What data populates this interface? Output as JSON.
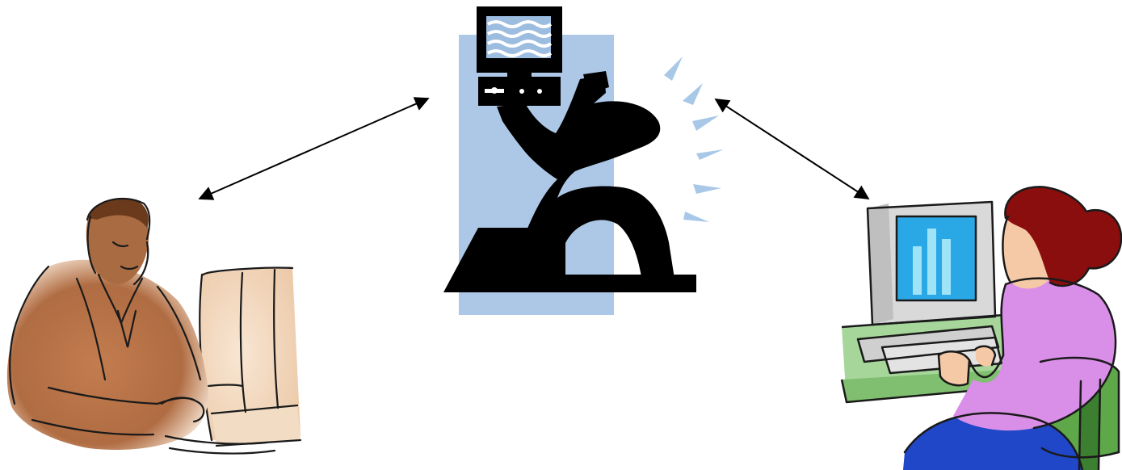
{
  "diagram": {
    "description_free": true,
    "nodes": [
      {
        "id": "left-user",
        "icon": "man-at-computer-icon"
      },
      {
        "id": "server",
        "icon": "server-carrying-figure-icon"
      },
      {
        "id": "right-user",
        "icon": "woman-at-computer-icon"
      }
    ],
    "edges": [
      {
        "from": "left-user",
        "to": "server",
        "direction": "bidirectional"
      },
      {
        "from": "server",
        "to": "right-user",
        "direction": "bidirectional"
      }
    ]
  },
  "colors": {
    "background": "#ffffff",
    "server_panel": "#adc8e6",
    "server_silhouette": "#000000",
    "signal_rays": "#a9c8e8",
    "screen_waves": "#ffffff",
    "screen_bg": "#9dbde0",
    "man_skin": "#a86a40",
    "man_suit": "#b4734a",
    "man_shadow": "#7a4424",
    "beige_computer": "#f2d7bd",
    "woman_hair": "#8b0e0e",
    "woman_skin": "#f5c9a6",
    "woman_sweater": "#d98ee8",
    "woman_pants": "#1f47c8",
    "chair_green": "#5fa84a",
    "desk_green": "#a6d69a",
    "monitor_gray": "#d9d9d9",
    "monitor_screen": "#2aa8e6",
    "monitor_bars": "#9fe3f7",
    "arrow": "#000000"
  }
}
